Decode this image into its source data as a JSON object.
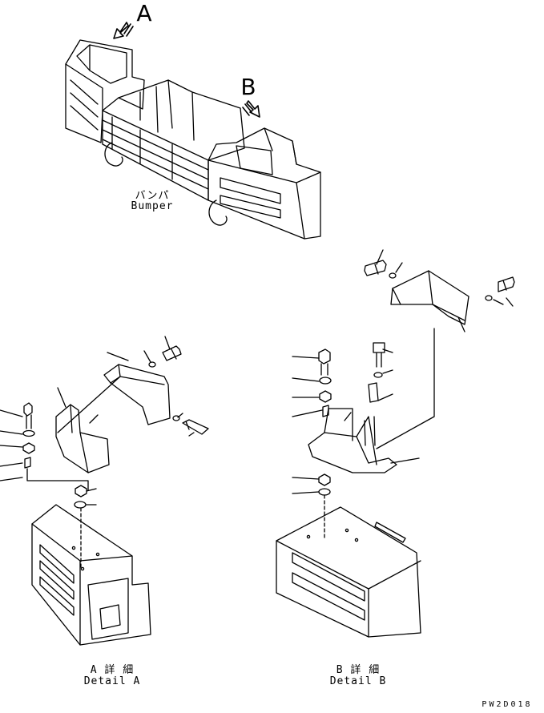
{
  "callouts": {
    "view_a": "A",
    "view_b": "B"
  },
  "bumper_label": {
    "jp": "バンパ",
    "en": "Bumper"
  },
  "detail_a": {
    "jp": "A 詳 細",
    "en": "Detail A"
  },
  "detail_b": {
    "jp": "B 詳 細",
    "en": "Detail B"
  },
  "drawing_code": "PW2D018"
}
